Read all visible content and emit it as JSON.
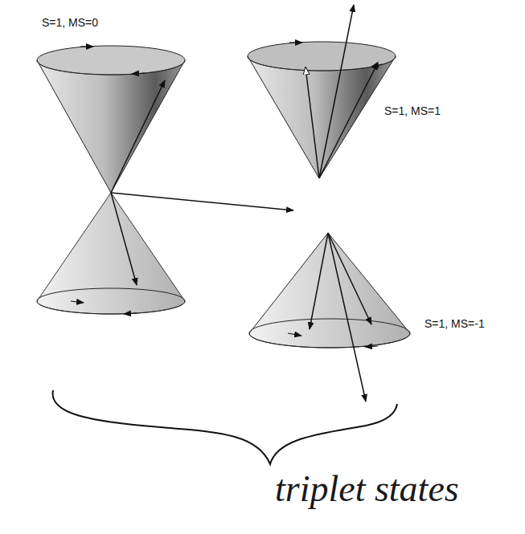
{
  "diagram": {
    "labels": [
      "S=1, MS=0",
      "S=1, MS=1",
      "S=1, MS=-1",
      "triplet states"
    ]
  }
}
